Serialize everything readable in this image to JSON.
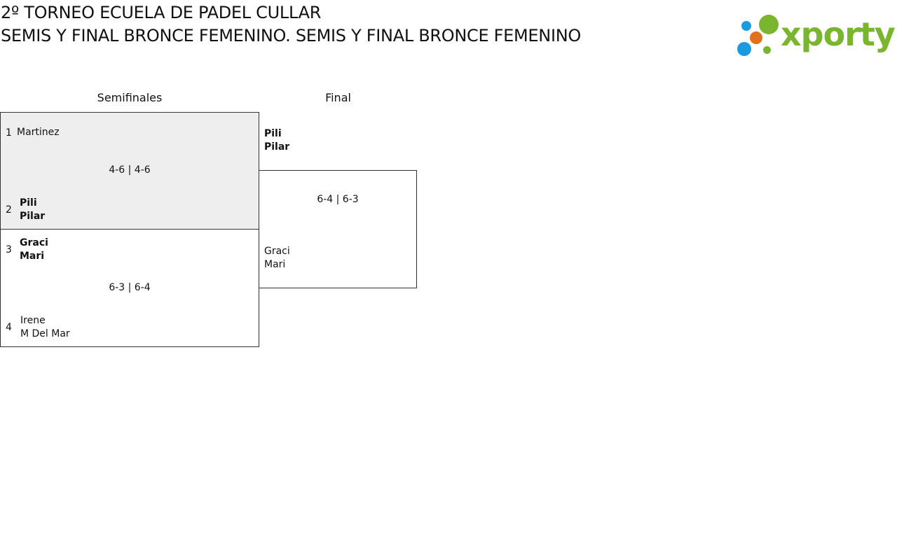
{
  "header": {
    "title_line1": "2º TORNEO ECUELA DE PADEL CULLAR",
    "title_line2": "SEMIS Y FINAL BRONCE FEMENINO. SEMIS Y FINAL BRONCE FEMENINO",
    "logo_text": "xporty",
    "logo_colors": {
      "green": "#7ab530",
      "orange": "#e2711d",
      "blue": "#1a9be0"
    }
  },
  "rounds": [
    {
      "label": "Semifinales"
    },
    {
      "label": "Final"
    }
  ],
  "semifinals": [
    {
      "score": "4-6 | 4-6",
      "team1": {
        "seed": "1",
        "name1": "Martinez",
        "name2": "",
        "winner": false
      },
      "team2": {
        "seed": "2",
        "name1": "Pili",
        "name2": "Pilar",
        "winner": true
      }
    },
    {
      "score": "6-3 | 6-4",
      "team1": {
        "seed": "3",
        "name1": "Graci",
        "name2": "Mari",
        "winner": true
      },
      "team2": {
        "seed": "4",
        "name1": "Irene",
        "name2": "M Del Mar",
        "winner": false
      }
    }
  ],
  "final": {
    "score": "6-4 | 6-3",
    "team1": {
      "name1": "Pili",
      "name2": "Pilar",
      "winner": true
    },
    "team2": {
      "name1": "Graci",
      "name2": "Mari",
      "winner": false
    }
  }
}
